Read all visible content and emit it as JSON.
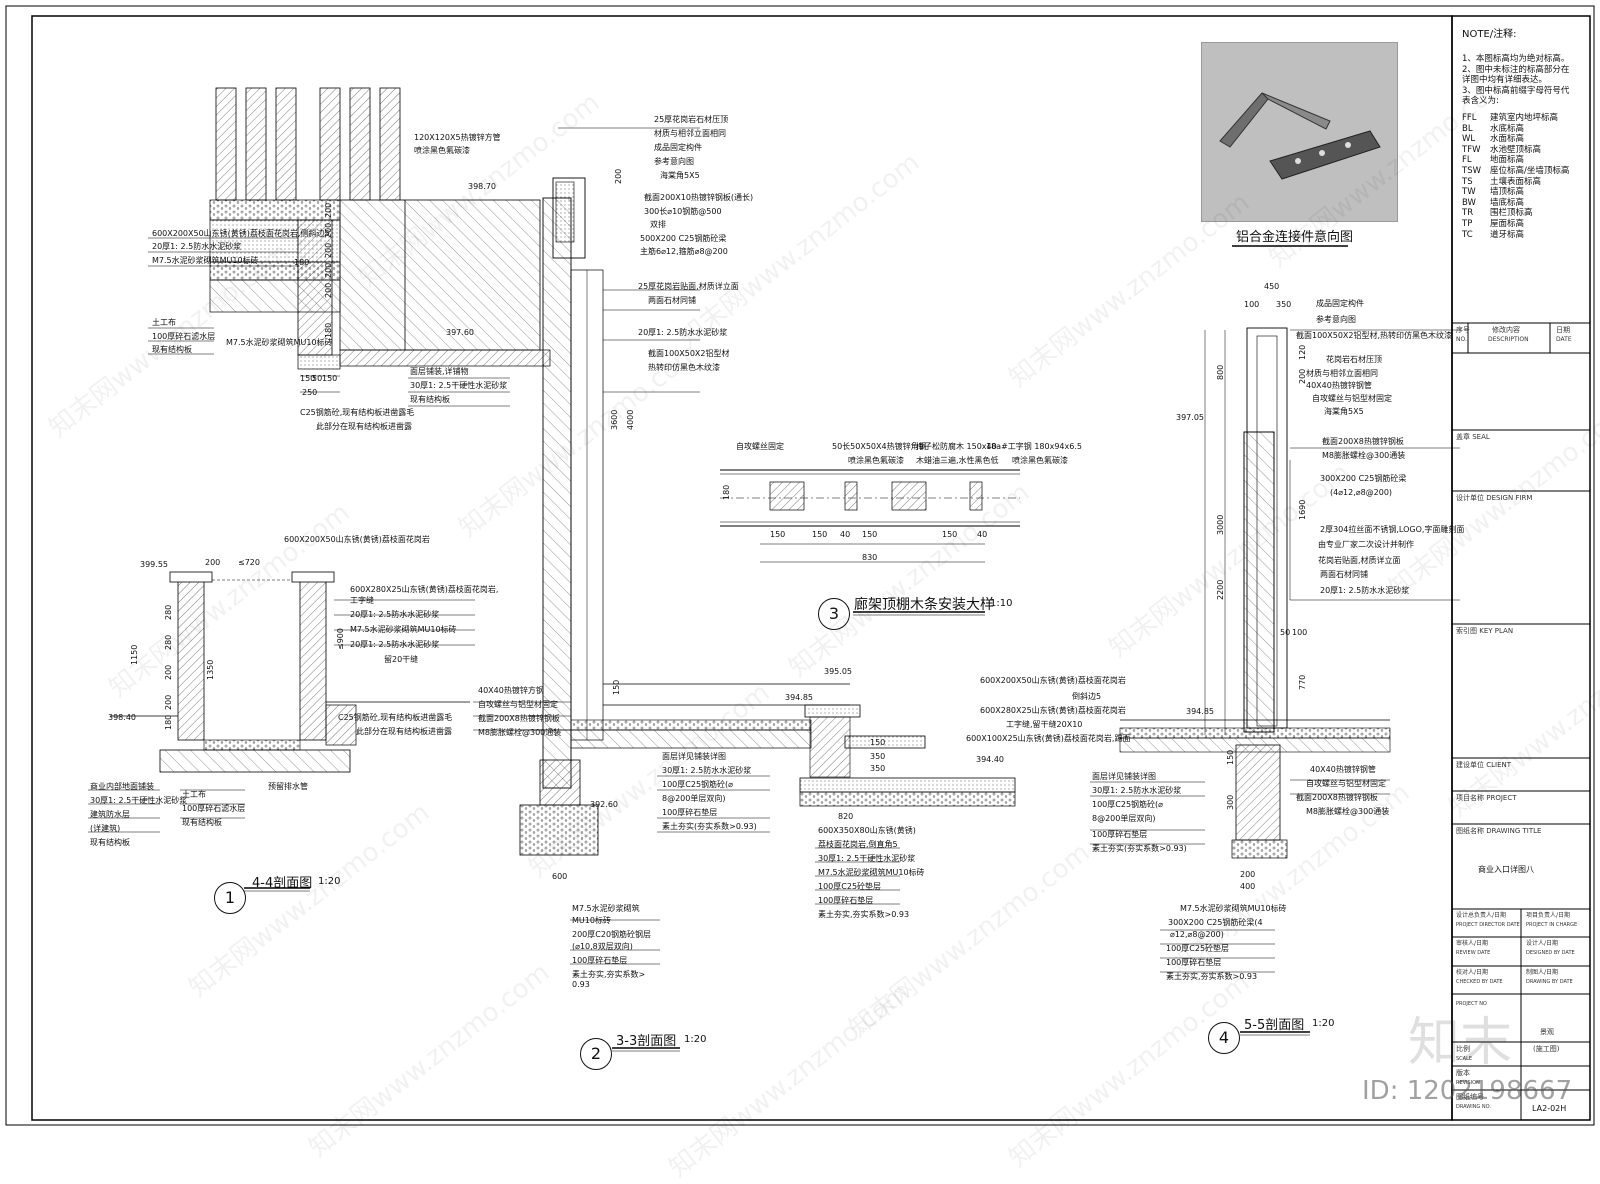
{
  "notes": {
    "heading": "NOTE/注释:",
    "lines": [
      "1、本图标高均为绝对标高。",
      "2、图中未标注的标高部分在",
      "详图中均有详细表达。",
      "3、图中标高前缀字母符号代",
      "表含义为:"
    ],
    "codes": [
      {
        "code": "FFL",
        "desc": "建筑室内地坪标高"
      },
      {
        "code": "BL",
        "desc": "水底标高"
      },
      {
        "code": "WL",
        "desc": "水面标高"
      },
      {
        "code": "TFW",
        "desc": "水池壁顶标高"
      },
      {
        "code": "FL",
        "desc": "地面标高"
      },
      {
        "code": "TSW",
        "desc": "座位标高/坐墙顶标高"
      },
      {
        "code": "TS",
        "desc": "土壤表面标高"
      },
      {
        "code": "TW",
        "desc": "墙顶标高"
      },
      {
        "code": "BW",
        "desc": "墙底标高"
      },
      {
        "code": "TR",
        "desc": "围栏顶标高"
      },
      {
        "code": "TP",
        "desc": "屋面标高"
      },
      {
        "code": "TC",
        "desc": "道牙标高"
      }
    ]
  },
  "title_block": {
    "rev_no": "序号",
    "rev_no_en": "NO.",
    "rev_content": "修改内容",
    "rev_content_en": "DESCRIPTION",
    "rev_date": "日期",
    "rev_date_en": "DATE",
    "seal": "盖章",
    "seal_en": "SEAL",
    "design_unit": "设计单位",
    "design_unit_en": "DESIGN FIRM",
    "key_plan": "索引图",
    "key_plan_en": "KEY PLAN",
    "client": "建设单位",
    "client_en": "CLIENT",
    "project": "项目名称",
    "project_en": "PROJECT",
    "drawing_title": "图纸名称",
    "drawing_title_en": "DRAWING TITLE",
    "drawing_name": "商业入口详图八",
    "director": "设计总负责人/日期",
    "director_en": "PROJECT DIRECTOR DATE",
    "leader": "项目负责人/日期",
    "leader_en": "PROJECT IN CHARGE",
    "reviewer": "审核人/日期",
    "reviewer_en": "REVIEW DATE",
    "designer": "设计人/日期",
    "designer_en": "DESIGNED BY DATE",
    "checker": "校对人/日期",
    "checker_en": "CHECKED BY DATE",
    "drawer": "制图人/日期",
    "drawer_en": "DRAWING BY DATE",
    "phase": "景观",
    "phase_sub": "(施工图)",
    "scale_label": "比例",
    "scale_label_en": "SCALE",
    "version": "版本",
    "version_en": "REVISION",
    "drawing_no_label": "图纸编号",
    "drawing_no_label_en": "DRAWING NO.",
    "drawing_no": "LA2-02H",
    "project_no": "PROJECT NO"
  },
  "photo_caption": "铝合金连接件意向图",
  "sec1": {
    "num": "1",
    "title": "4-4剖面图",
    "scale": "1:20",
    "labels": [
      "120X120X5热镀锌方管",
      "喷涂黑色氟碳漆",
      "600X200X50山东锈(黄锈)荔枝面花岗岩,侧斜边5",
      "20厚1: 2.5防水水泥砂浆",
      "M7.5水泥砂浆砌筑MU10标砖",
      "土工布",
      "100厚碎石滤水层",
      "现有结构板",
      "M7.5水泥砂浆砌筑MU10标砖",
      "面层铺装,详铺物",
      "30厚1: 2.5干硬性水泥砂浆",
      "现有结构板",
      "C25钢筋砼,现有结构板进凿露毛",
      "此部分在现有结构板进凿露"
    ],
    "dims": [
      "200",
      "200",
      "200",
      "200",
      "200",
      "180",
      "180",
      "150",
      "50",
      "150",
      "250"
    ],
    "elevations": [
      "398.70",
      "397.60"
    ]
  },
  "sec_44b": {
    "labels": [
      "600X200X50山东锈(黄锈)荔枝面花岗岩",
      "600X280X25山东锈(黄锈)荔枝面花岗岩,",
      "工字缝",
      "20厚1: 2.5防水水泥砂浆",
      "M7.5水泥砂浆砌筑MU10标砖",
      "20厚1: 2.5防水水泥砂浆",
      "留20干缝",
      "C25钢筋砼,现有结构板进凿露毛",
      "此部分在现有结构板进凿露",
      "商业内部地面铺装",
      "30厚1: 2.5干硬性水泥砂浆",
      "建筑防水层",
      "(详建筑)",
      "现有结构板",
      "土工布",
      "100厚碎石滤水层",
      "现有结构板",
      "预留排水管"
    ],
    "dims": [
      "200",
      "≤720",
      "280",
      "280",
      "200",
      "200",
      "1150",
      "1350",
      "≤900",
      "180"
    ],
    "elevations": [
      "399.55",
      "398.40"
    ]
  },
  "sec2": {
    "num": "2",
    "title": "3-3剖面图",
    "scale": "1:20",
    "labels": [
      "25厚花岗岩石材压顶",
      "材质与相邻立面相同",
      "成品固定构件",
      "参考意向图",
      "海棠角5X5",
      "截面200X10热镀锌钢板(通长)",
      "300长⌀10钢筋@500",
      "双排",
      "500X200 C25钢筋砼梁",
      "主筋6⌀12,箍筋⌀8@200",
      "25厚花岗岩贴面,材质详立面",
      "两面石材同铺",
      "20厚1: 2.5防水水泥砂浆",
      "截面100X50X2铝型材",
      "热转印仿黑色木纹漆",
      "40X40热镀锌方钢",
      "自攻螺丝与铝型材固定",
      "截面200X8热镀锌钢板",
      "M8膨胀螺栓@300通装",
      "面层详见铺装详图",
      "30厚1: 2.5防水水泥砂浆",
      "100厚C25钢筋砼(⌀",
      "8@200单层双向)",
      "100厚碎石垫层",
      "素土夯实(夯实系数>0.93)",
      "M7.5水泥砂浆砌筑",
      "MU10标砖",
      "200厚C20钢筋砼钢层",
      "(⌀10,8双层双向)",
      "100厚碎石垫层",
      "素土夯实,夯实系数>",
      "0.93"
    ],
    "dims": [
      "200",
      "3600",
      "4000",
      "150",
      "600"
    ],
    "elevations": [
      "395.05",
      "394.85",
      "392.60"
    ]
  },
  "sec_step": {
    "labels": [
      "600X200X50山东锈(黄锈)荔枝面花岗岩",
      "倒斜边5",
      "600X280X25山东锈(黄锈)荔枝面花岗岩",
      "工字缝,留干缝20X10",
      "600X100X25山东锈(黄锈)荔枝面花岗岩,踢面",
      "600X350X80山东锈(黄锈)",
      "荔枝面花岗岩,倒直角5",
      "30厚1: 2.5干硬性水泥砂浆",
      "M7.5水泥砂浆砌筑MU10标砖",
      "100厚C25砼垫层",
      "100厚碎石垫层",
      "素土夯实,夯实系数>0.93"
    ],
    "dims": [
      "150",
      "350",
      "350",
      "820"
    ],
    "elevations": [
      "394.40"
    ]
  },
  "sec3": {
    "num": "3",
    "title": "廊架顶棚木条安装大样",
    "scale": "1:10",
    "labels": [
      "自攻螺丝固定",
      "50长50X50X4热镀锌角钢",
      "喷涂黑色氟碳漆",
      "樟子松防腐木 150x40",
      "木蜡油三遍,水性黑色低",
      "18a#工字钢 180x94x6.5",
      "喷涂黑色氟碳漆"
    ],
    "dims": [
      "180",
      "150",
      "150",
      "40",
      "150",
      "150",
      "40",
      "830"
    ]
  },
  "sec4": {
    "num": "4",
    "title": "5-5剖面图",
    "scale": "1:20",
    "labels": [
      "成品固定构件",
      "参考意向图",
      "截面100X50X2铝型材,热转印仿黑色木纹漆",
      "花岗岩石材压顶",
      "材质与相邻立面相同",
      "40X40热镀锌钢管",
      "自攻螺丝与铝型材固定",
      "海棠角5X5",
      "截面200X8热镀锌钢板",
      "M8膨胀螺栓@300通装",
      "300X200 C25钢筋砼梁",
      "(4⌀12,⌀8@200)",
      "2厚304拉丝面不锈钢,LOGO,字面雕刻面",
      "由专业厂家二次设计并制作",
      "花岗岩贴面,材质详立面",
      "两面石材同铺",
      "20厚1: 2.5防水水泥砂浆",
      "40X40热镀锌钢管",
      "自攻螺丝与铝型材固定",
      "截面200X8热镀锌钢板",
      "M8膨胀螺栓@300通装",
      "面层详见铺装详图",
      "30厚1: 2.5防水水泥砂浆",
      "100厚C25钢筋砼(⌀",
      "8@200单层双向)",
      "100厚碎石垫层",
      "素土夯实(夯实系数>0.93)",
      "M7.5水泥砂浆砌筑MU10标砖",
      "300X200 C25钢筋砼梁(4",
      "⌀12,⌀8@200)",
      "100厚C25砼垫层",
      "100厚碎石垫层",
      "素土夯实,夯实系数>0.93"
    ],
    "dims": [
      "450",
      "100",
      "350",
      "800",
      "120",
      "200",
      "3000",
      "1690",
      "2200",
      "50",
      "100",
      "770",
      "150",
      "300",
      "200",
      "400"
    ],
    "elevations": [
      "397.05",
      "394.85"
    ]
  },
  "watermark": "知末网www.znzmo.com",
  "logo_text": "知末",
  "id_text": "ID: 1202198667"
}
